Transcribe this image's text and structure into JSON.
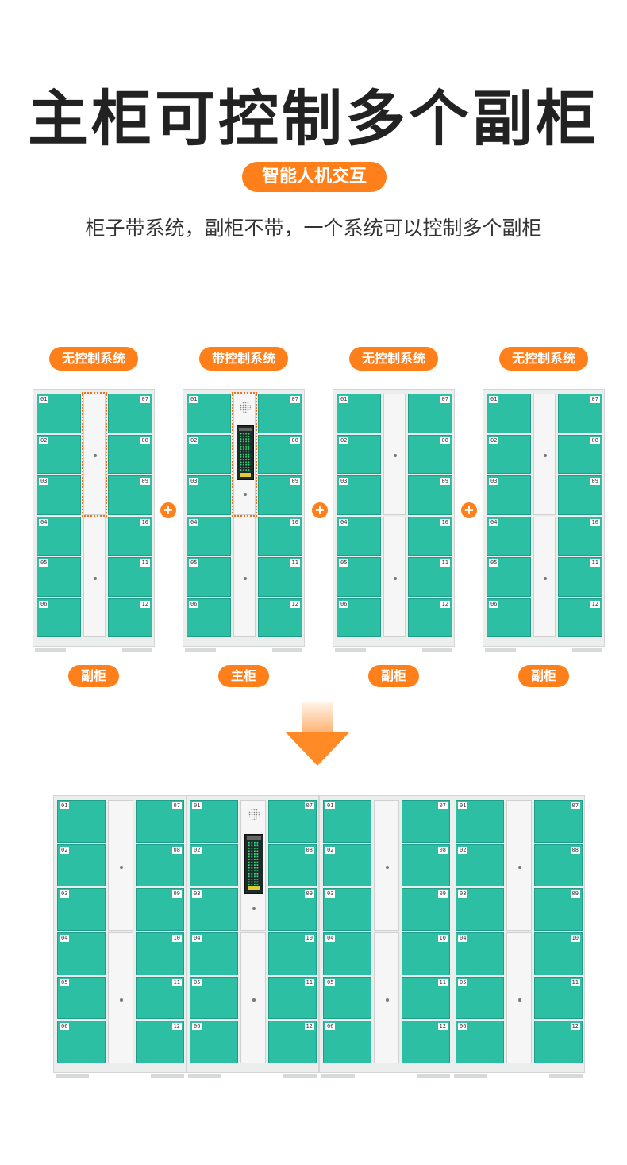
{
  "title": "主柜可控制多个副柜",
  "badge": "智能人机交互",
  "tagline": "柜子带系统，副柜不带，一个系统可以控制多个副柜",
  "colors": {
    "accent": "#ff7f1a",
    "door": "#2dbfa3",
    "cabinet_frame": "#eceeee"
  },
  "plus_symbol": "+",
  "door_numbers": {
    "left": [
      "01",
      "02",
      "03",
      "04",
      "05",
      "06"
    ],
    "right": [
      "07",
      "08",
      "09",
      "10",
      "11",
      "12"
    ]
  },
  "cabinets": [
    {
      "top_label": "无控制系统",
      "bottom_label": "副柜",
      "has_control": false
    },
    {
      "top_label": "带控制系统",
      "bottom_label": "主柜",
      "has_control": true
    },
    {
      "top_label": "无控制系统",
      "bottom_label": "副柜",
      "has_control": false
    },
    {
      "top_label": "无控制系统",
      "bottom_label": "副柜",
      "has_control": false
    }
  ],
  "icons": {
    "arrow": "arrow-down-icon",
    "plus": "plus-icon"
  }
}
